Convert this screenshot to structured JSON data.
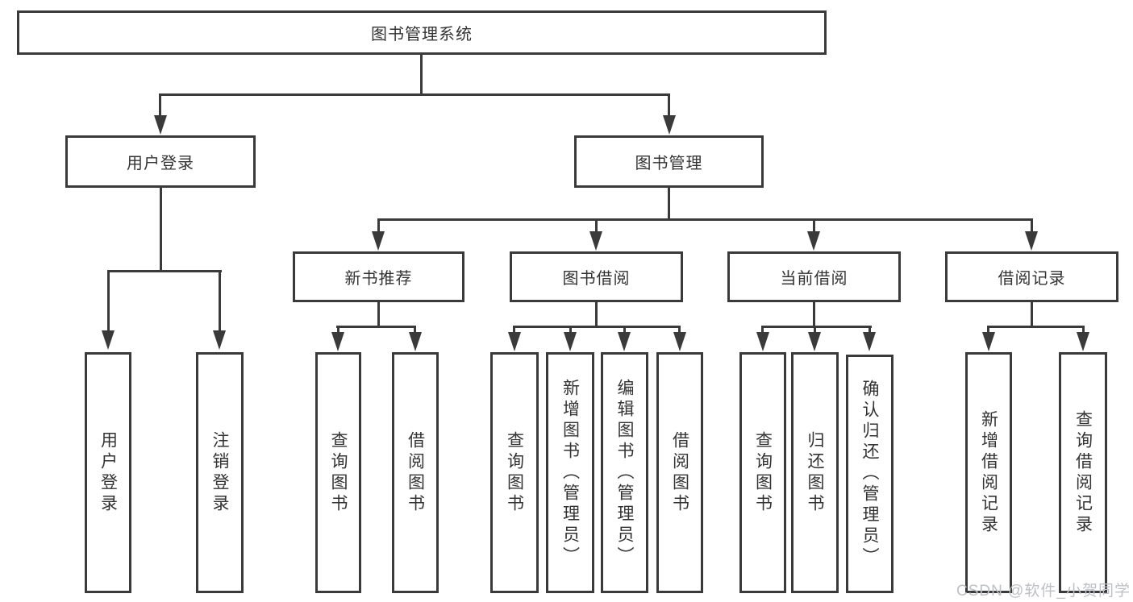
{
  "diagram": {
    "type": "hierarchy-tree",
    "title": "图书管理系统"
  },
  "tree": {
    "label": "图书管理系统",
    "children": [
      {
        "label": "用户登录",
        "children": [
          {
            "label": "用户登录"
          },
          {
            "label": "注销登录"
          }
        ]
      },
      {
        "label": "图书管理",
        "children": [
          {
            "label": "新书推荐",
            "children": [
              {
                "label": "查询图书"
              },
              {
                "label": "借阅图书"
              }
            ]
          },
          {
            "label": "图书借阅",
            "children": [
              {
                "label": "查询图书"
              },
              {
                "label": "新增图书（管理员）"
              },
              {
                "label": "编辑图书（管理员）"
              },
              {
                "label": "借阅图书"
              }
            ]
          },
          {
            "label": "当前借阅",
            "children": [
              {
                "label": "查询图书"
              },
              {
                "label": "归还图书"
              },
              {
                "label": "确认归还（管理员）"
              }
            ]
          },
          {
            "label": "借阅记录",
            "children": [
              {
                "label": "新增借阅记录"
              },
              {
                "label": "查询借阅记录"
              }
            ]
          }
        ]
      }
    ]
  },
  "watermark": {
    "text": "CSDN @软件_小贺同学"
  },
  "colors": {
    "line": "#3a3a3a",
    "text": "#333333",
    "box_background": "#ffffff",
    "page_background": "#ffffff",
    "watermark": "#bdc0c4"
  }
}
